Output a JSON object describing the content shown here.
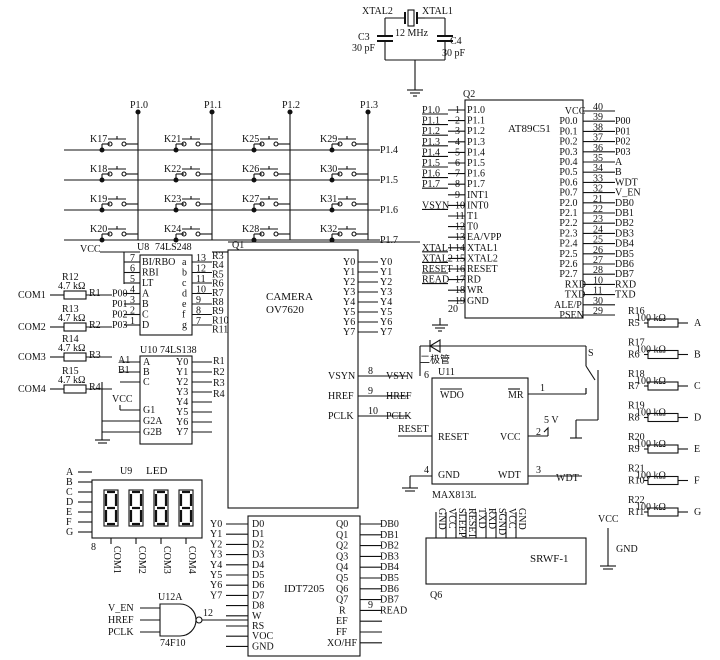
{
  "crystal": {
    "xtal2": "XTAL2",
    "xtal1": "XTAL1",
    "freq": "12 MHz",
    "c3": "C3",
    "c3v": "30 pF",
    "c4": "C4",
    "c4v": "30 pF"
  },
  "mcu": {
    "ref": "Q2",
    "name": "AT89C51",
    "left_pins": [
      "P1.0",
      "P1.1",
      "P1.2",
      "P1.3",
      "P1.4",
      "P1.5",
      "P1.6",
      "P1.7",
      "INT1",
      "INT0",
      "T1",
      "T0",
      "EA/VPP",
      "XTAL1",
      "XTAL2",
      "RESET",
      "RD",
      "WR",
      "GND"
    ],
    "left_nets": [
      "P1.0",
      "P1.1",
      "P1.2",
      "P1.3",
      "P1.4",
      "P1.5",
      "P1.6",
      "P1.7",
      "",
      "VSYN",
      "",
      "",
      "",
      "XTAL1",
      "XTAL2",
      "RESET",
      "READ",
      "",
      ""
    ],
    "right_pins": [
      "VCC",
      "P0.0",
      "P0.1",
      "P0.2",
      "P0.3",
      "P0.4",
      "P0.5",
      "P0.6",
      "P0.7",
      "P2.0",
      "P2.1",
      "P2.2",
      "P2.3",
      "P2.4",
      "P2.5",
      "P2.6",
      "P2.7",
      "RXD",
      "TXD",
      "ALE/P",
      "PSEN"
    ],
    "right_nums": [
      "40",
      "39",
      "38",
      "37",
      "36",
      "35",
      "34",
      "33",
      "32",
      "21",
      "22",
      "23",
      "24",
      "25",
      "26",
      "27",
      "28",
      "10",
      "11",
      "30",
      "29"
    ],
    "right_nets": [
      "",
      "P00",
      "P01",
      "P02",
      "P03",
      "A",
      "B",
      "WDT",
      "V_EN",
      "DB0",
      "DB1",
      "DB2",
      "DB3",
      "DB4",
      "DB5",
      "DB6",
      "DB7",
      "RXD",
      "TXD",
      "",
      ""
    ],
    "pin20": "20"
  },
  "keypad": {
    "cols": [
      "P1.0",
      "P1.1",
      "P1.2",
      "P1.3"
    ],
    "rows": [
      "P1.4",
      "P1.5",
      "P1.6",
      "P1.7"
    ],
    "keys": [
      "K17",
      "K21",
      "K25",
      "K29",
      "K18",
      "K22",
      "K26",
      "K30",
      "K19",
      "K23",
      "K27",
      "K31",
      "K20",
      "K24",
      "K28",
      "K32"
    ]
  },
  "decoder248": {
    "ref": "U8",
    "name": "74LS248",
    "vcc": "VCC",
    "in_pins": [
      "BI/RBO",
      "RBI",
      "LT",
      "A",
      "B",
      "C",
      "D"
    ],
    "in_nets": [
      "",
      "",
      "",
      "P00",
      "P01",
      "P02",
      "P03"
    ],
    "out_pins": [
      "a",
      "b",
      "c",
      "d",
      "e",
      "f",
      "g"
    ],
    "out_res": [
      "R3",
      "R4",
      "R5",
      "R6",
      "R7",
      "R8",
      "R9",
      "R10",
      "R11"
    ]
  },
  "com_lines": [
    {
      "label": "COM1",
      "r": "R12",
      "v": "4.7 kΩ",
      "q": "R1"
    },
    {
      "label": "COM2",
      "r": "R13",
      "v": "4.7 kΩ",
      "q": "R2"
    },
    {
      "label": "COM3",
      "r": "R14",
      "v": "4.7 kΩ",
      "q": "R3"
    },
    {
      "label": "COM4",
      "r": "R15",
      "v": "4.7 kΩ",
      "q": "R4"
    }
  ],
  "decoder138": {
    "ref": "U10",
    "name": "74LS138",
    "vcc": "VCC",
    "in_pins": [
      "A",
      "B",
      "C",
      "G1",
      "G2A",
      "G2B"
    ],
    "in_nets": [
      "A1",
      "B1",
      "",
      "",
      "",
      ""
    ],
    "out_pins": [
      "Y0",
      "Y1",
      "Y2",
      "Y3",
      "Y4",
      "Y5",
      "Y6",
      "Y7"
    ],
    "out_res": [
      "R1",
      "R2",
      "R3",
      "R4"
    ]
  },
  "q1": "Q1",
  "camera": {
    "name": "CAMERA",
    "model": "OV7620",
    "y_pins": [
      "Y0",
      "Y1",
      "Y2",
      "Y3",
      "Y4",
      "Y5",
      "Y6",
      "Y7"
    ],
    "y_nets": [
      "Y0",
      "Y1",
      "Y2",
      "Y3",
      "Y4",
      "Y5",
      "Y6",
      "Y7"
    ],
    "sig": [
      {
        "pin": "VSYN",
        "num": "8",
        "net": "VSYN"
      },
      {
        "pin": "HREF",
        "num": "9",
        "net": "HREF"
      },
      {
        "pin": "PCLK",
        "num": "10",
        "net": "PCLK"
      }
    ]
  },
  "wdt": {
    "ref": "U11",
    "name": "MAX813L",
    "diode": "二极管",
    "sw": "S",
    "pins": {
      "wdo": "WDO",
      "mr": "MR",
      "reset": "RESET",
      "vcc": "VCC",
      "gnd": "GND",
      "wdt": "WDT"
    },
    "nums": {
      "wdo": "6",
      "mr": "1",
      "vcc": "2",
      "gnd": "4",
      "wdt": "3"
    },
    "nets": {
      "reset": "RESET",
      "vcc": "5 V",
      "wdt": "WDT"
    }
  },
  "pullups": [
    {
      "in": "R5",
      "r": "R16",
      "v": "100 kΩ",
      "out": "A"
    },
    {
      "in": "R6",
      "r": "R17",
      "v": "100 kΩ",
      "out": "B"
    },
    {
      "in": "R7",
      "r": "R18",
      "v": "100 kΩ",
      "out": "C"
    },
    {
      "in": "R8",
      "r": "R19",
      "v": "100 kΩ",
      "out": "D"
    },
    {
      "in": "R9",
      "r": "R20",
      "v": "100 kΩ",
      "out": "E"
    },
    {
      "in": "R10",
      "r": "R21",
      "v": "100 kΩ",
      "out": "F"
    },
    {
      "in": "R11",
      "r": "R22",
      "v": "100 kΩ",
      "out": "G"
    }
  ],
  "led": {
    "ref": "U9",
    "name": "LED",
    "segs": [
      "A",
      "B",
      "C",
      "D",
      "E",
      "F",
      "G"
    ],
    "pin8": "8",
    "coms": [
      "COM1",
      "COM2",
      "COM3",
      "COM4"
    ]
  },
  "fifo": {
    "name": "IDT7205",
    "d_pins": [
      "D0",
      "D1",
      "D2",
      "D3",
      "D4",
      "D5",
      "D6",
      "D7",
      "D8",
      "W",
      "RS",
      "VOC",
      "GND"
    ],
    "d_nets": [
      "Y0",
      "Y1",
      "Y2",
      "Y3",
      "Y4",
      "Y5",
      "Y6",
      "Y7",
      "",
      "",
      "",
      "",
      ""
    ],
    "q_pins": [
      "Q0",
      "Q1",
      "Q2",
      "Q3",
      "Q4",
      "Q5",
      "Q6",
      "Q7",
      "R",
      "EF",
      "FF",
      "XO/HF"
    ],
    "q_nets": [
      "DB0",
      "DB1",
      "DB2",
      "DB3",
      "DB4",
      "DB5",
      "DB6",
      "DB7",
      "READ",
      "",
      "",
      ""
    ],
    "r_num": "9"
  },
  "gate": {
    "ref": "U12A",
    "name": "74F10",
    "in": [
      "V_EN",
      "HREF",
      "PCLK"
    ],
    "out_num": "12"
  },
  "srwf": {
    "name": "SRWF-1",
    "ref": "Q6",
    "pins": [
      "GND",
      "VCC",
      "SLEEP",
      "RESET",
      "TXD",
      "RXD",
      "SGND",
      "VCC",
      "GND"
    ],
    "vcc": "VCC",
    "gnd": "GND"
  }
}
